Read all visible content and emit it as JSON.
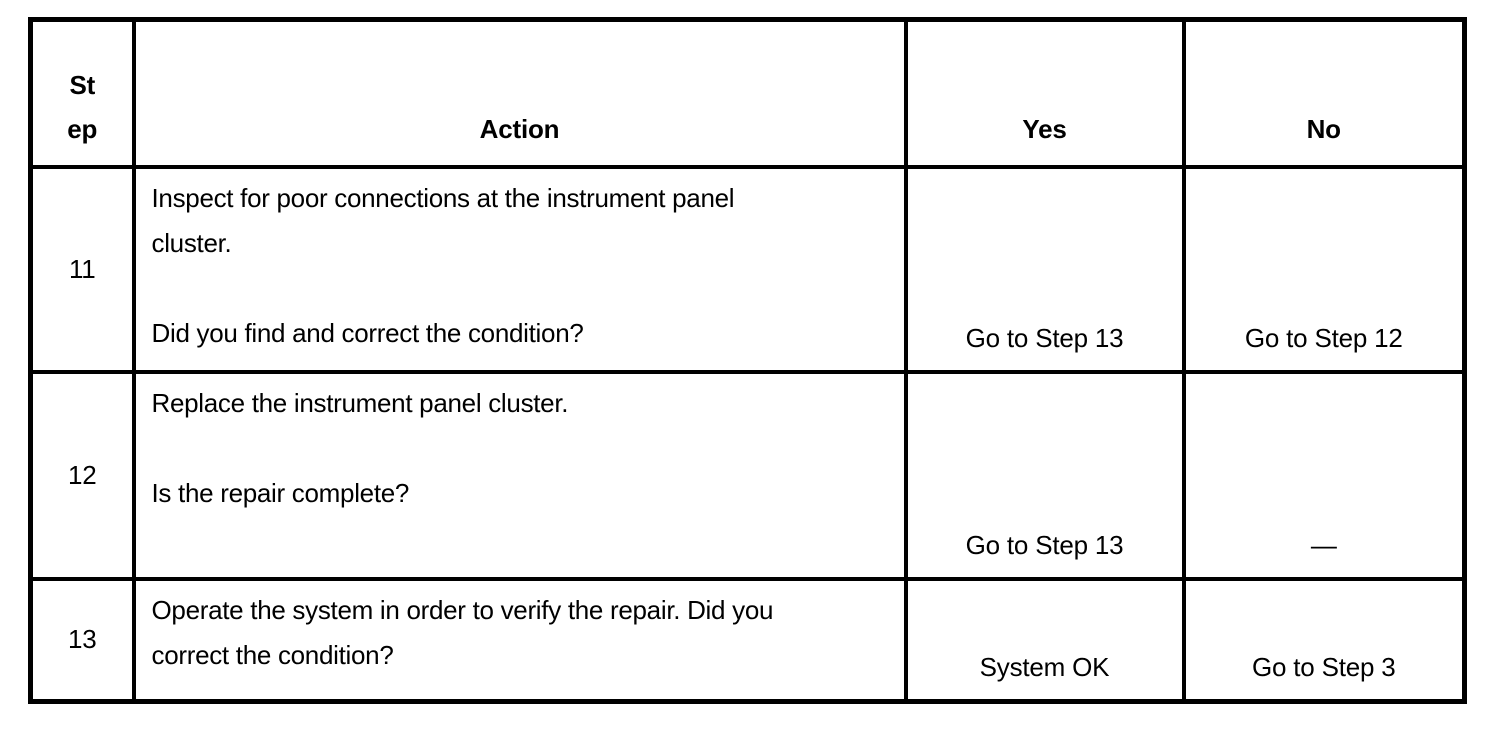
{
  "colors": {
    "border": "#000000",
    "text": "#000000",
    "background": "#ffffff"
  },
  "table": {
    "headers": {
      "step": "St\nep",
      "action": "Action",
      "yes": "Yes",
      "no": "No"
    },
    "rows": [
      {
        "step": "11",
        "action": "Inspect for poor connections at the instrument panel\ncluster.\n\nDid you find and correct the condition?",
        "yes": "Go to Step 13",
        "no": "Go to Step 12"
      },
      {
        "step": "12",
        "action": "Replace the instrument panel cluster.\n\nIs the repair complete?",
        "yes": "Go to Step 13",
        "no": "—"
      },
      {
        "step": "13",
        "action": "Operate the system in order to verify the repair. Did you\ncorrect the condition?",
        "yes": "System OK",
        "no": "Go to Step 3"
      }
    ]
  }
}
